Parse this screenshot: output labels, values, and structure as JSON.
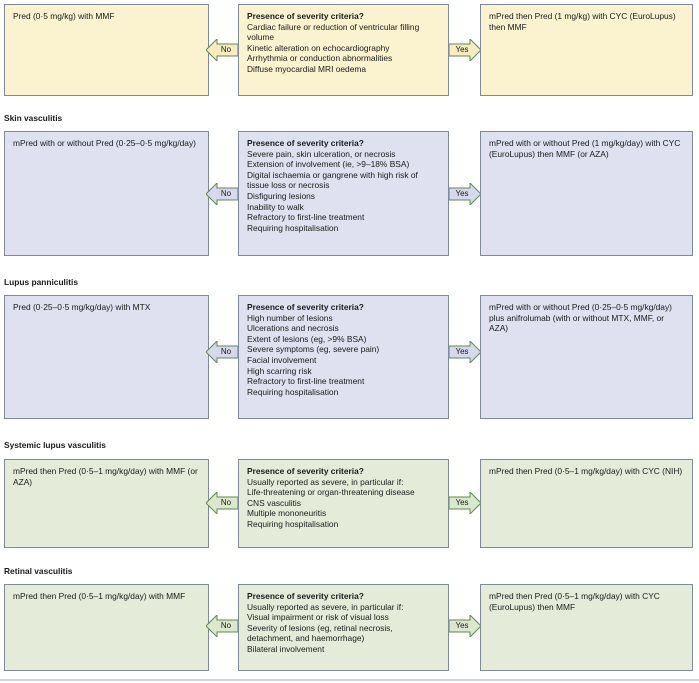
{
  "colors": {
    "yellow": "#fbf3cf",
    "purple": "#dfe1f0",
    "green": "#e4ecd9",
    "arrow_yellow": "#f5ecbf",
    "arrow_purple": "#d6d9ee",
    "arrow_green": "#dbe8cd",
    "border": "#7f8a99"
  },
  "sections": [
    {
      "title": "",
      "theme": "yellow",
      "no_treatment": "Pred (0·5 mg/kg) with MMF",
      "criteria_title": "Presence of severity criteria?",
      "criteria": [
        "Cardiac failure or reduction of ventricular filling volume",
        "Kinetic alteration on echocardiography",
        "Arrhythmia or conduction abnormalities",
        "Diffuse myocardial MRI oedema"
      ],
      "yes_treatment": "mPred then Pred (1 mg/kg) with CYC (EuroLupus) then MMF",
      "no_label": "No",
      "yes_label": "Yes"
    },
    {
      "title": "Skin vasculitis",
      "theme": "purple",
      "no_treatment": "mPred  with or without Pred (0·25–0·5 mg/kg/day)",
      "criteria_title": "Presence of severity criteria?",
      "criteria": [
        "Severe pain, skin ulceration, or necrosis",
        "Extension of involvement (ie, >9–18% BSA)",
        "Digital ischaemia or gangrene with high risk of tissue loss or necrosis",
        "Disfiguring lesions",
        "Inability to walk",
        "Refractory to first-line treatment",
        "Requiring hospitalisation"
      ],
      "yes_treatment": "mPred with or without Pred (1 mg/kg/day) with CYC (EuroLupus) then MMF (or AZA)",
      "no_label": "No",
      "yes_label": "Yes"
    },
    {
      "title": "Lupus panniculitis",
      "theme": "purple",
      "no_treatment": "Pred (0·25–0·5 mg/kg/day) with MTX",
      "criteria_title": "Presence of severity criteria?",
      "criteria": [
        "High number of lesions",
        "Ulcerations and necrosis",
        "Extent of lesions (eg, >9% BSA)",
        "Severe symptoms (eg, severe pain)",
        "Facial involvement",
        "High scarring risk",
        "Refractory to first-line treatment",
        "Requiring hospitalisation"
      ],
      "yes_treatment": "mPred with or without Pred (0·25–0·5 mg/kg/day) plus anifrolumab (with or without MTX, MMF, or AZA)",
      "no_label": "No",
      "yes_label": "Yes"
    },
    {
      "title": "Systemic lupus vasculitis",
      "theme": "green",
      "no_treatment": "mPred then Pred (0·5–1 mg/kg/day) with MMF (or AZA)",
      "criteria_title": "Presence of severity criteria?",
      "criteria": [
        "Usually reported as severe, in particular if:",
        "Life-threatening or organ-threatening disease",
        "CNS vasculitis",
        "Multiple mononeuritis",
        "Requiring hospitalisation"
      ],
      "yes_treatment": "mPred then Pred (0·5–1 mg/kg/day) with CYC (NIH)",
      "no_label": "No",
      "yes_label": "Yes"
    },
    {
      "title": "Retinal vasculitis",
      "theme": "green",
      "no_treatment": "mPred then Pred (0·5–1 mg/kg/day) with MMF",
      "criteria_title": "Presence of severity criteria?",
      "criteria": [
        "Usually reported as severe, in particular if:",
        "Visual impairment or risk of visual loss",
        "Severity of lesions (eg, retinal necrosis, detachment, and haemorrhage)",
        "Bilateral involvement"
      ],
      "yes_treatment": "mPred then Pred (0·5–1 mg/kg/day) with CYC (EuroLupus) then MMF",
      "no_label": "No",
      "yes_label": "Yes"
    }
  ]
}
